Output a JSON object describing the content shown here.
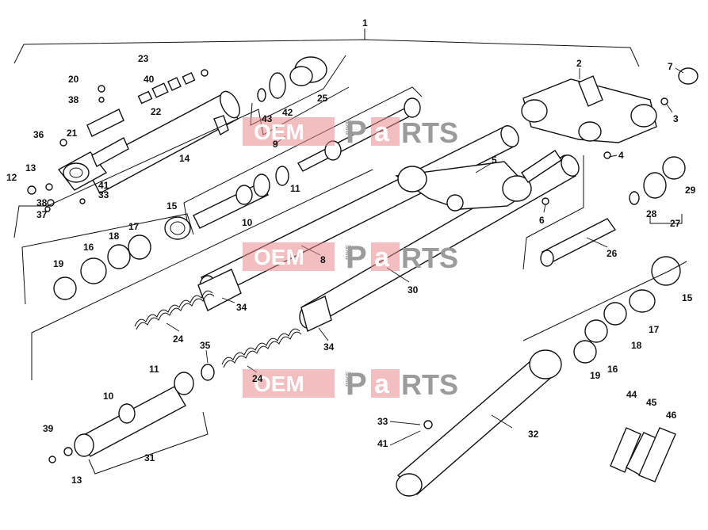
{
  "labels": {
    "n1": "1",
    "n2": "2",
    "n3": "3",
    "n4": "4",
    "n5": "5",
    "n6": "6",
    "n7": "7",
    "n8": "8",
    "n9": "9",
    "n10a": "10",
    "n10b": "10",
    "n11a": "11",
    "n11b": "11",
    "n12": "12",
    "n13a": "13",
    "n13b": "13",
    "n14": "14",
    "n15a": "15",
    "n15b": "15",
    "n16a": "16",
    "n16b": "16",
    "n17a": "17",
    "n17b": "17",
    "n18a": "18",
    "n18b": "18",
    "n19a": "19",
    "n19b": "19",
    "n20": "20",
    "n21": "21",
    "n22": "22",
    "n23": "23",
    "n24a": "24",
    "n24b": "24",
    "n25": "25",
    "n26": "26",
    "n27": "27",
    "n28": "28",
    "n29": "29",
    "n30": "30",
    "n31": "31",
    "n32": "32",
    "n33a": "33",
    "n33b": "33",
    "n34a": "34",
    "n34b": "34",
    "n35": "35",
    "n36": "36",
    "n37": "37",
    "n38a": "38",
    "n38b": "38",
    "n39": "39",
    "n40": "40",
    "n41a": "41",
    "n41b": "41",
    "n42": "42",
    "n43": "43",
    "n44": "44",
    "n45": "45",
    "n46": "46"
  },
  "watermark": {
    "oem": "OEM",
    "bike": "BIKE",
    "parts_p": "P",
    "parts_a": "a",
    "parts_rest": "RTS"
  },
  "colors": {
    "watermark_red": "#e8888a",
    "watermark_grey": "#9b9b9b",
    "ink": "#111111"
  }
}
